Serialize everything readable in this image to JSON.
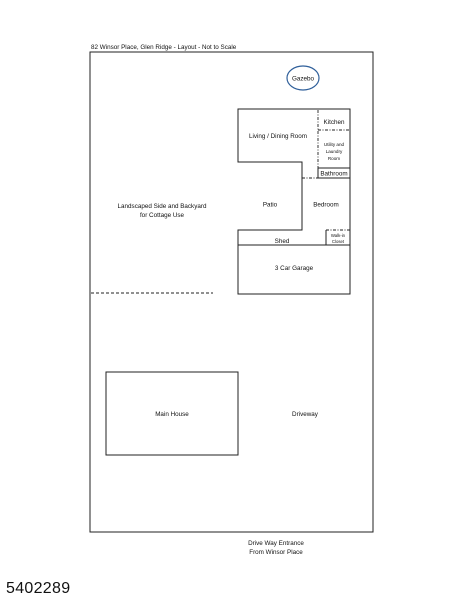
{
  "title": "82 Winsor Place, Glen Ridge - Layout - Not to Scale",
  "rooms": {
    "gazebo": "Gazebo",
    "kitchen": "Kitchen",
    "living_dining": "Living / Dining Room",
    "utility_line1": "Utility and",
    "utility_line2": "Laundry",
    "utility_line3": "Room",
    "bathroom": "Bathroom",
    "patio": "Patio",
    "bedroom": "Bedroom",
    "shed": "Shed",
    "walkin_line1": "Walk-in",
    "walkin_line2": "Closet",
    "garage": "3 Car Garage",
    "main_house": "Main House",
    "driveway": "Driveway"
  },
  "yard": {
    "line1": "Landscaped Side and Backyard",
    "line2": "for Cottage Use"
  },
  "entrance": {
    "line1": "Drive Way Entrance",
    "line2": "From Winsor Place"
  },
  "listing_id": "5402289"
}
